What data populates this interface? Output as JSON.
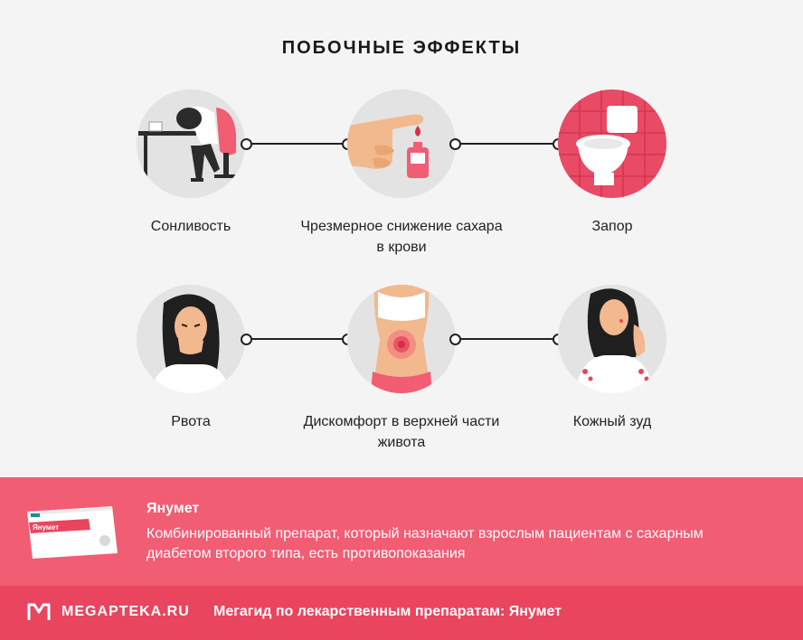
{
  "title": "ПОБОЧНЫЕ ЭФФЕКТЫ",
  "effects": [
    {
      "label": "Сонливость",
      "icon": "sleepy-woman-at-desk-icon"
    },
    {
      "label": "Чрезмерное снижение сахара в крови",
      "icon": "blood-sugar-test-icon"
    },
    {
      "label": "Запор",
      "icon": "toilet-icon"
    },
    {
      "label": "Рвота",
      "icon": "nauseous-woman-icon"
    },
    {
      "label": "Дискомфорт в верхней части живота",
      "icon": "stomach-pain-icon"
    },
    {
      "label": "Кожный зуд",
      "icon": "itchy-skin-woman-icon"
    }
  ],
  "drug": {
    "name": "Янумет",
    "package_brand": "Янумет",
    "description": "Комбинированный препарат, который назначают взрослым пациентам с сахарным диабетом второго типа, есть противопоказания"
  },
  "footer": {
    "brand": "MEGAPTEKA.RU",
    "guide": "Мегагид по лекарственным препаратам: Янумет"
  },
  "colors": {
    "accent": "#f15d73",
    "footer": "#e9455f",
    "background": "#f4f4f4",
    "circle": "#e3e3e3"
  }
}
